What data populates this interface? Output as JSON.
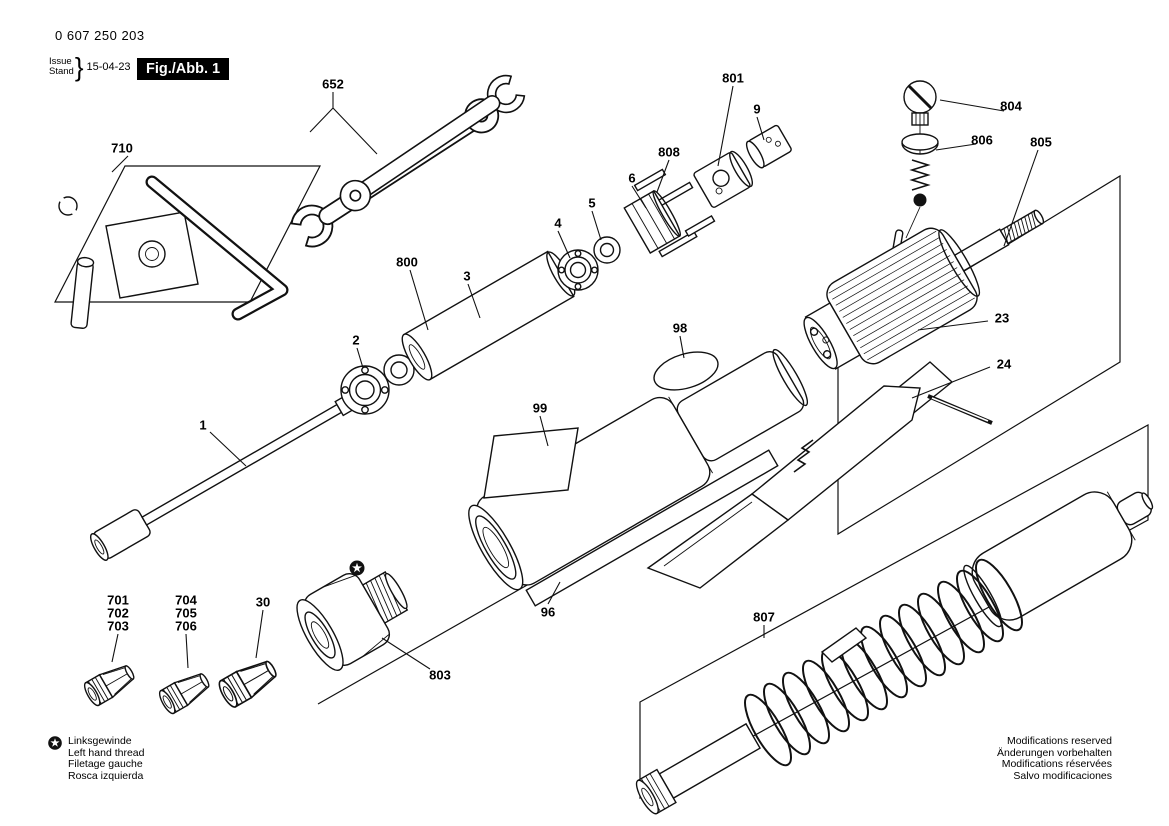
{
  "header": {
    "part_number": "0 607 250 203",
    "issue_label": "Issue",
    "stand_label": "Stand",
    "brace": "}",
    "date": "15-04-23",
    "fig_label": "Fig./Abb. 1"
  },
  "labels": [
    {
      "id": "710",
      "text": "710"
    },
    {
      "id": "652",
      "text": "652"
    },
    {
      "id": "801",
      "text": "801"
    },
    {
      "id": "9",
      "text": "9"
    },
    {
      "id": "808",
      "text": "808"
    },
    {
      "id": "806",
      "text": "806"
    },
    {
      "id": "804",
      "text": "804"
    },
    {
      "id": "805",
      "text": "805"
    },
    {
      "id": "6",
      "text": "6"
    },
    {
      "id": "5",
      "text": "5"
    },
    {
      "id": "4",
      "text": "4"
    },
    {
      "id": "800",
      "text": "800"
    },
    {
      "id": "3",
      "text": "3"
    },
    {
      "id": "2",
      "text": "2"
    },
    {
      "id": "1",
      "text": "1"
    },
    {
      "id": "98",
      "text": "98"
    },
    {
      "id": "99",
      "text": "99"
    },
    {
      "id": "23",
      "text": "23"
    },
    {
      "id": "24",
      "text": "24"
    },
    {
      "id": "96",
      "text": "96"
    },
    {
      "id": "803",
      "text": "803"
    },
    {
      "id": "30",
      "text": "30"
    },
    {
      "id": "701",
      "text": "701"
    },
    {
      "id": "702",
      "text": "702"
    },
    {
      "id": "703",
      "text": "703"
    },
    {
      "id": "704",
      "text": "704"
    },
    {
      "id": "705",
      "text": "705"
    },
    {
      "id": "706",
      "text": "706"
    },
    {
      "id": "807",
      "text": "807"
    }
  ],
  "footnote": {
    "lines": [
      "Linksgewinde",
      "Left hand thread",
      "Filetage gauche",
      "Rosca izquierda"
    ]
  },
  "footer": {
    "lines": [
      "Modifications reserved",
      "Änderungen vorbehalten",
      "Modifications réservées",
      "Salvo modificaciones"
    ]
  }
}
